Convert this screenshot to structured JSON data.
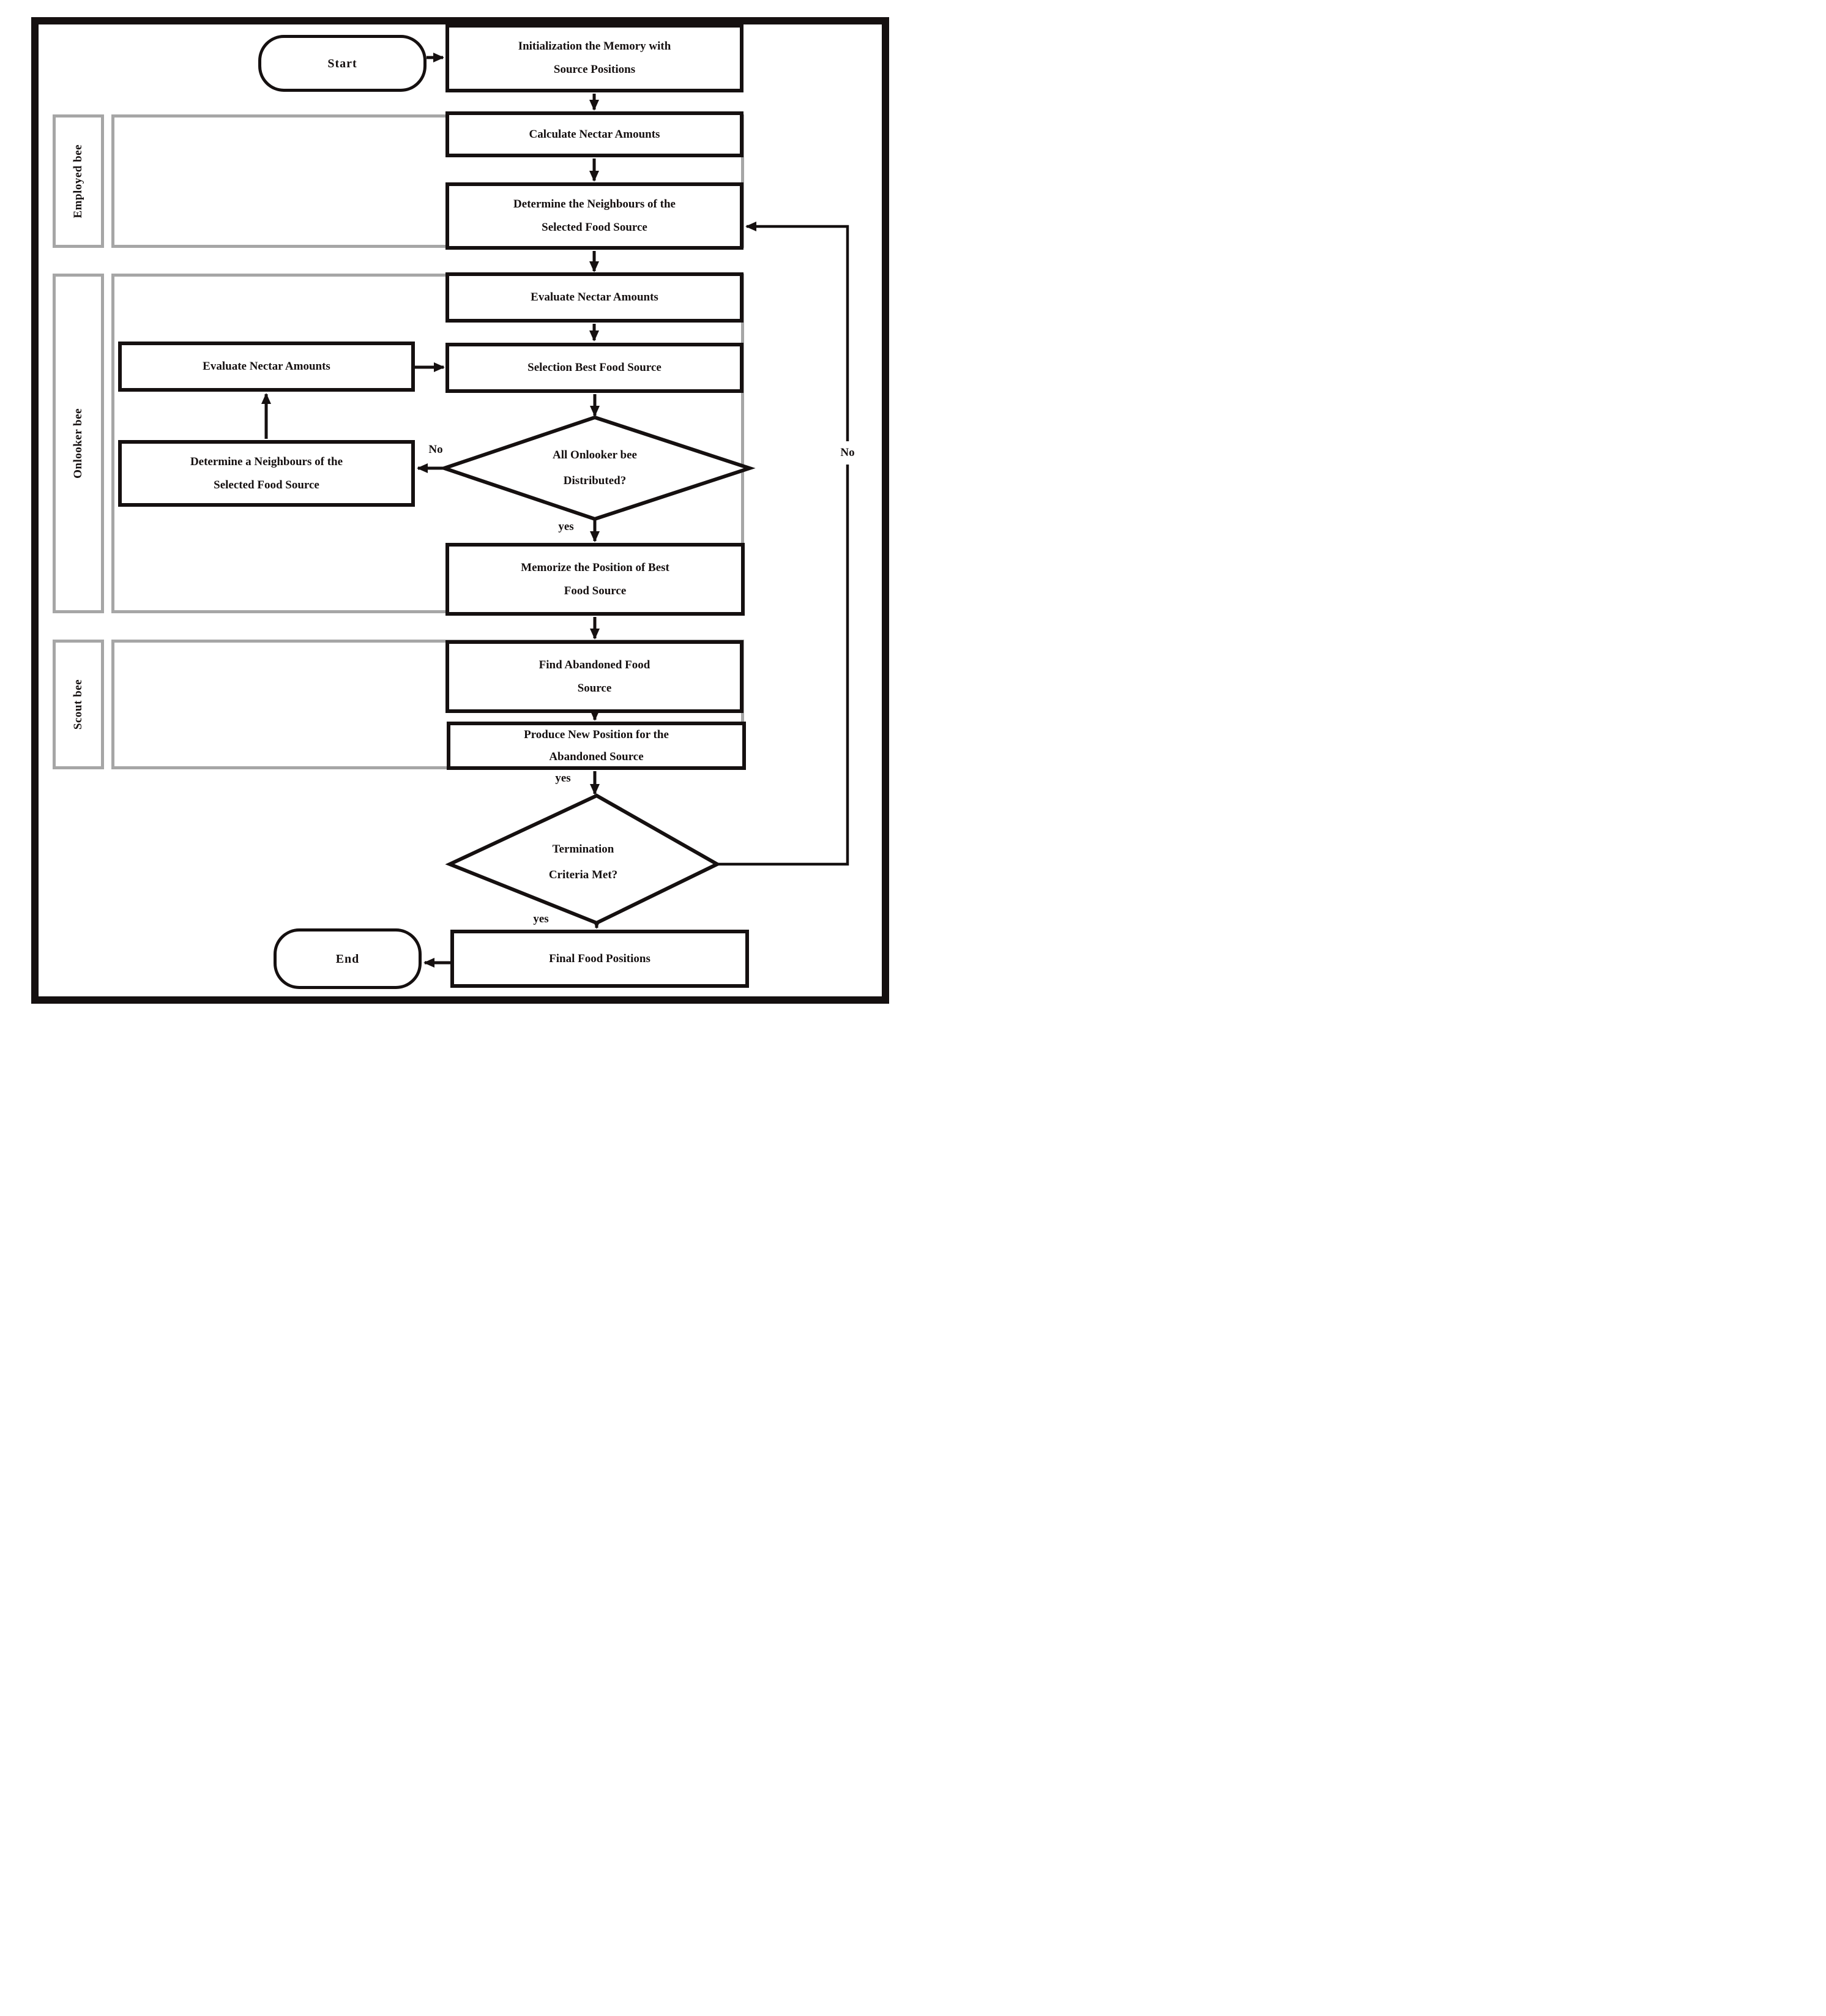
{
  "nodes": {
    "start": "Start",
    "init": "Initialization the Memory with Source Positions",
    "calculate": "Calculate Nectar Amounts",
    "determine_neighbours": "Determine the Neighbours of the Selected Food Source",
    "evaluate_nectar": "Evaluate Nectar Amounts",
    "evaluate_nectar_left": "Evaluate Nectar Amounts",
    "selection_best": "Selection Best Food Source",
    "determine_a_neighbours": "Determine a Neighbours of the Selected Food Source",
    "onlooker_decision": "All Onlooker bee Distributed?",
    "memorize": "Memorize the Position of Best Food Source",
    "find_abandoned": "Find Abandoned Food Source",
    "produce_new": "Produce New Position for the Abandoned Source",
    "termination_decision": "Termination Criteria  Met?",
    "final_positions": "Final Food Positions",
    "end": "End"
  },
  "groups": {
    "employed": "Employed bee",
    "onlooker": "Onlooker bee",
    "scout": "Scout bee"
  },
  "edge_labels": {
    "onlooker_no": "No",
    "onlooker_yes": "yes",
    "produce_yes": "yes",
    "termination_yes": "yes",
    "termination_no": "No"
  },
  "colors": {
    "ink": "#151010",
    "group": "#a6a6a6"
  }
}
